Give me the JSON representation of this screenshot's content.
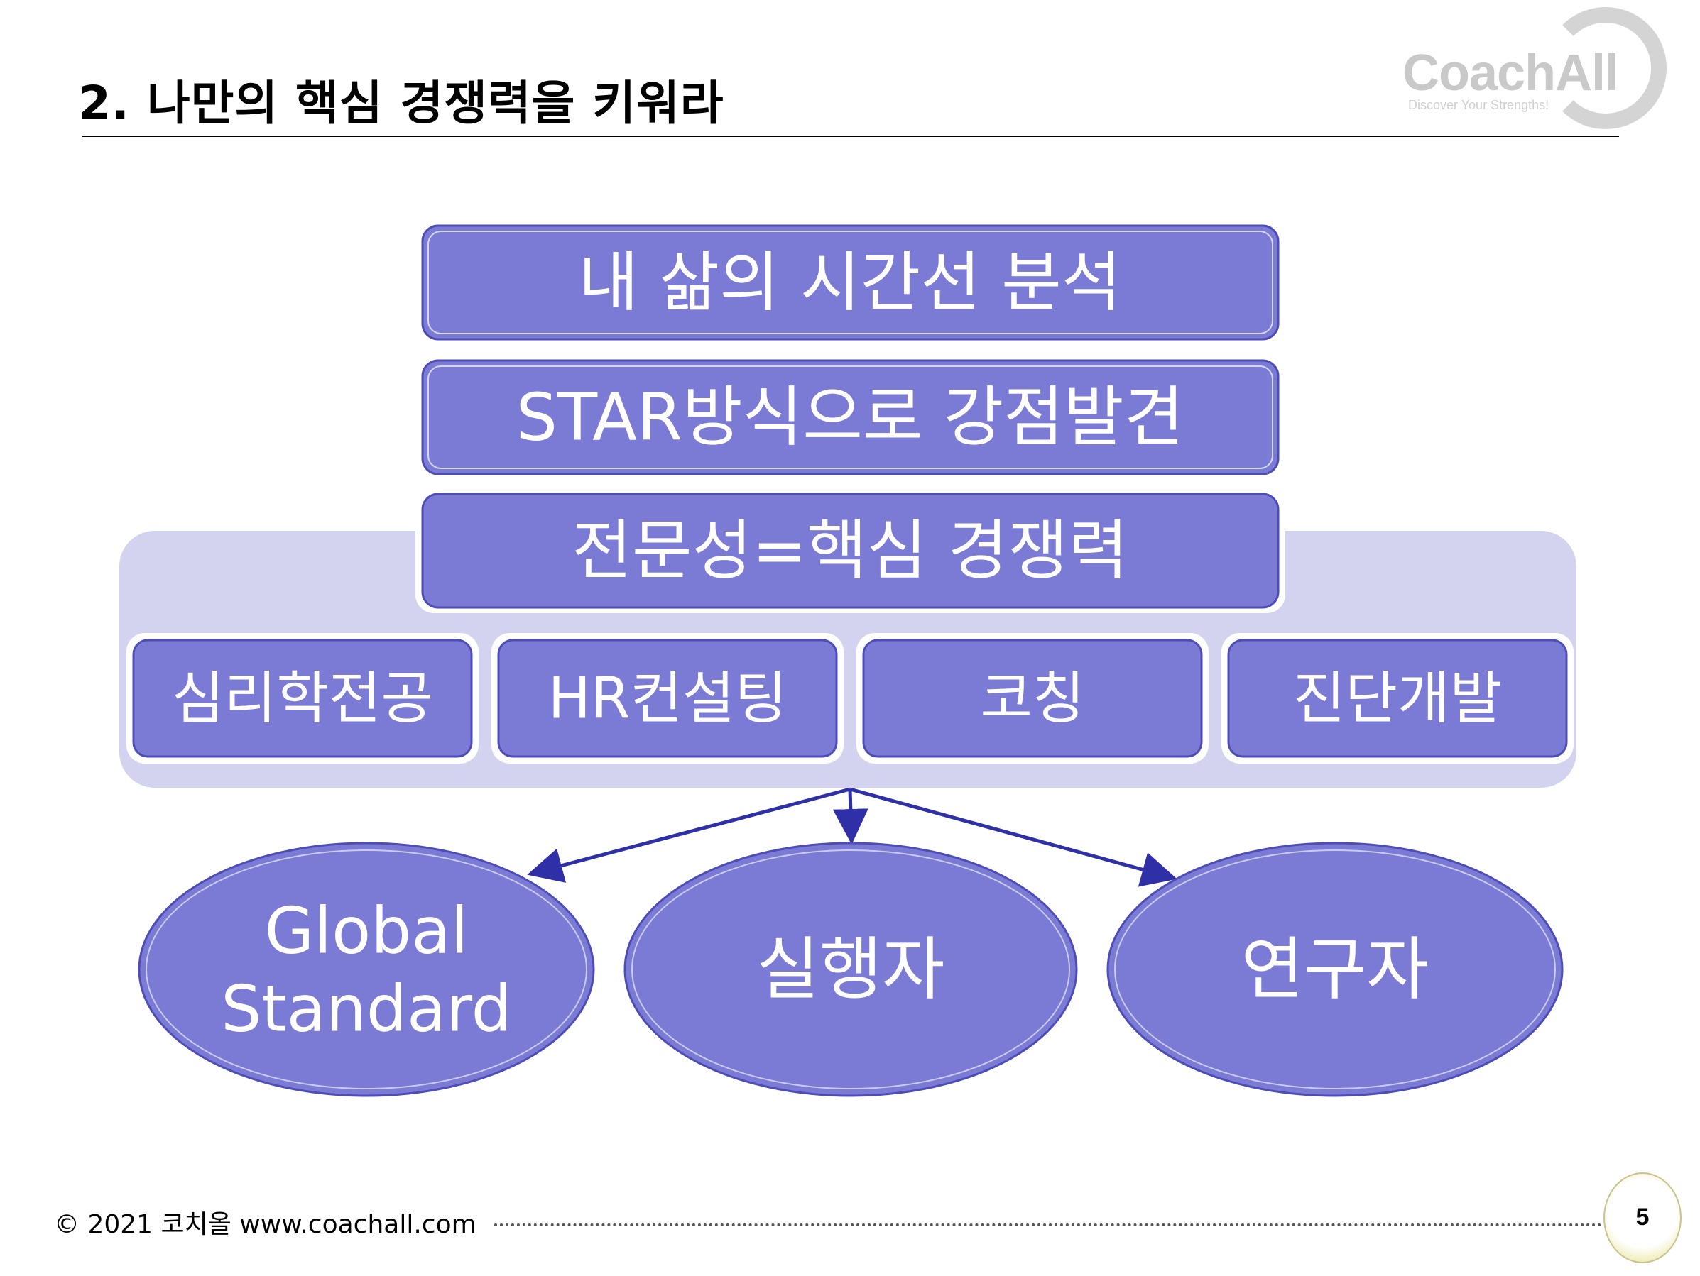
{
  "page": {
    "title": "2. 나만의 핵심 경쟁력을 키워라",
    "logo": {
      "name": "CoachAll",
      "tagline": "Discover Your Strengths!"
    },
    "footer": "© 2021 코치올 www.coachall.com",
    "page_number": "5"
  },
  "diagram": {
    "stack": [
      "내 삶의 시간선 분석",
      "STAR방식으로 강점발견",
      "전문성=핵심 경쟁력"
    ],
    "fields": [
      "심리학전공",
      "HR컨설팅",
      "코칭",
      "진단개발"
    ],
    "outcomes": [
      {
        "line1": "Global",
        "line2": "Standard"
      },
      {
        "line1": "실행자"
      },
      {
        "line1": "연구자"
      }
    ]
  },
  "colors": {
    "box_fill": "#7b7bd6",
    "box_border": "#4d4db8",
    "panel_fill": "#d3d3f0",
    "arrow": "#2f2fa8",
    "text_on_box": "#ffffff"
  }
}
